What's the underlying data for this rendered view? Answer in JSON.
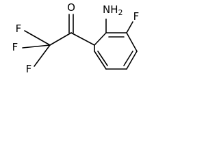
{
  "molecule": {
    "atoms": {
      "oxygen": "O",
      "amine": {
        "symbol": "NH",
        "subscript": "2"
      },
      "fluorine_left_top": "F",
      "fluorine_left_middle": "F",
      "fluorine_left_bottom": "F",
      "fluorine_ring": "F"
    }
  }
}
